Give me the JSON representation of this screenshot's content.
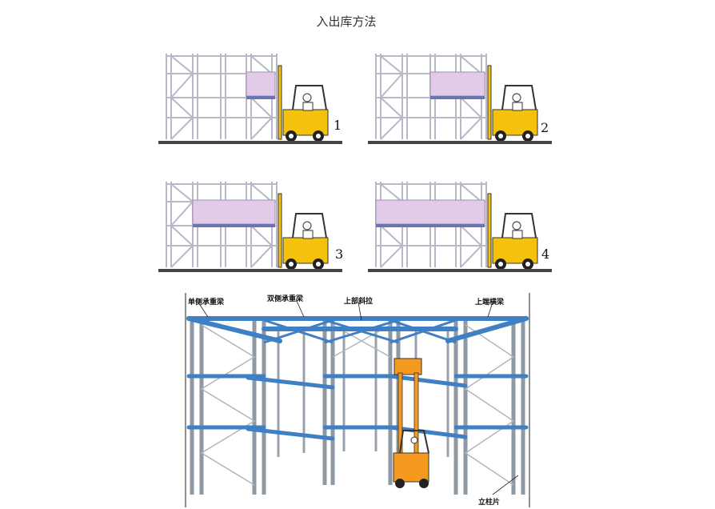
{
  "title": "入出库方法",
  "steps": [
    {
      "number": "1"
    },
    {
      "number": "2"
    },
    {
      "number": "3"
    },
    {
      "number": "4"
    }
  ],
  "callouts": {
    "single_beam": "单侧承重梁",
    "double_beam": "双侧承重梁",
    "top_brace": "上部斜拉",
    "top_cross_beam": "上端横梁",
    "upright_frame": "立柱片"
  },
  "colors": {
    "rack_frame": "#b8b8c8",
    "pallet_load": "#e2cbe9",
    "forklift_body": "#f4c20d",
    "floor": "#444444",
    "beam_blue": "#3f7fc4",
    "upright_grey": "#9aa3ad",
    "forklift_orange": "#f59a1e"
  }
}
